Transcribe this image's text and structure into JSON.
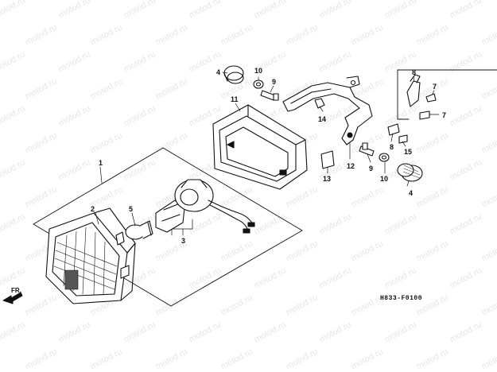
{
  "watermark": "motod.ru",
  "diagram_code": "H833-F0100",
  "direction_label": "FR.",
  "callouts": {
    "c1": "1",
    "c2": "2",
    "c3": "3",
    "c4a": "4",
    "c4b": "4",
    "c5": "5",
    "c7a": "7",
    "c7b": "7",
    "c8a": "8",
    "c8b": "8",
    "c9a": "9",
    "c9b": "9",
    "c10a": "10",
    "c10b": "10",
    "c11": "11",
    "c12": "12",
    "c13": "13",
    "c14": "14",
    "c15": "15"
  }
}
